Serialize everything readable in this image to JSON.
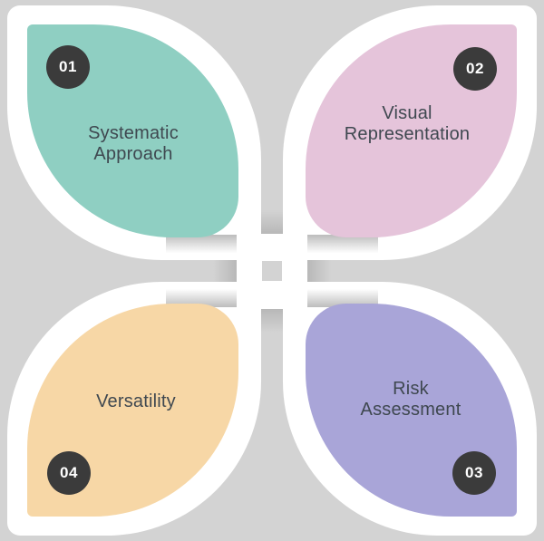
{
  "diagram": {
    "background_color": "#d3d3d3",
    "outline_color": "#ffffff",
    "badge_color": "#3b3b3b",
    "badge_text_color": "#ffffff",
    "label_color": "#3f4850",
    "petals": [
      {
        "number": "01",
        "label_line1": "Systematic",
        "label_line2": "Approach",
        "color": "#8fcfc2",
        "position": "top-left"
      },
      {
        "number": "02",
        "label_line1": "Visual",
        "label_line2": "Representation",
        "color": "#e5c4da",
        "position": "top-right"
      },
      {
        "number": "03",
        "label_line1": "Risk",
        "label_line2": "Assessment",
        "color": "#a9a5d8",
        "position": "bottom-right"
      },
      {
        "number": "04",
        "label_line1": "Versatility",
        "label_line2": "",
        "color": "#f7d7a6",
        "position": "bottom-left"
      }
    ]
  }
}
